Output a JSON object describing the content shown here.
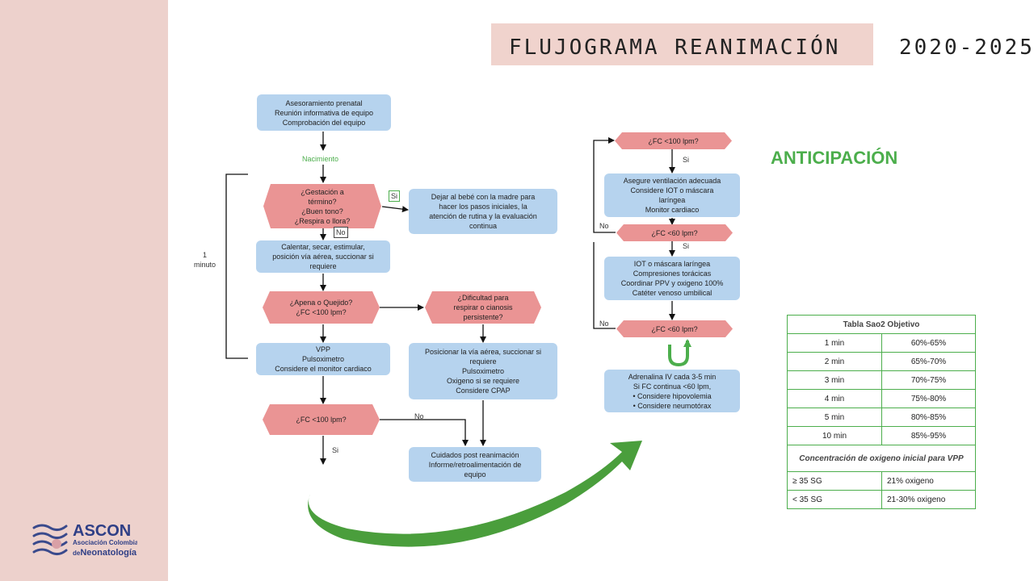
{
  "header": {
    "title": "FLUJOGRAMA REANIMACIÓN",
    "years": "2020-2025"
  },
  "anticipation": "ANTICIPACIÓN",
  "flow": {
    "prenatal": "Asesoramiento prenatal\nReunión informativa de equipo\nComprobación del equipo",
    "birth": "Nacimiento",
    "q_term": "¿Gestación a\ntérmino?\n¿Buen tono?\n¿Respira o llora?",
    "yes_1": "Si",
    "routine": "Dejar al bebé con la madre para\nhacer los pasos iniciales, la\natención de rutina y la evaluación\ncontinua",
    "no_1": "No",
    "warm": "Calentar, secar, estimular,\nposición vía aérea, succionar si\nrequiere",
    "minute": "1\nminuto",
    "q_apnea": "¿Apena o Quejido?\n¿FC <100 lpm?",
    "q_resp": "¿Dificultad para\nrespirar o cianosis\npersistente?",
    "vpp": "VPP\nPulsoximetro\nConsidere el monitor cardiaco",
    "position": "Posicionar la vía aérea, succionar si\nrequiere\nPulsoximetro\nOxigeno si se requiere\nConsidere CPAP",
    "q_fc100": "¿FC <100 lpm?",
    "no_2": "No",
    "yes_2": "Si",
    "post_care": "Cuidados post reanimación\nInforme/retroalimentación de\nequipo",
    "q_fc100_b": "¿FC <100 lpm?",
    "yes_3": "Si",
    "ventilation": "Asegure ventilación adecuada\nConsidere IOT o máscara\nlaríngea\nMonitor cardiaco",
    "no_3": "No",
    "q_fc60_a": "¿FC <60 lpm?",
    "yes_4": "Si",
    "iot": "IOT o máscara laríngea\nCompresiones torácicas\nCoordinar PPV y oxigeno 100%\nCatéter venoso umbilical",
    "no_4": "No",
    "q_fc60_b": "¿FC <60 lpm?",
    "adrenaline_1": "Adrenalina IV cada 3-5 min",
    "adrenaline_2": "Si FC continua <60 lpm,",
    "adrenaline_b1": "Considere hipovolemia",
    "adrenaline_b2": "Considere neumotórax"
  },
  "sao_table": {
    "title": "Tabla Sao2 Objetivo",
    "rows": [
      [
        "1 min",
        "60%-65%"
      ],
      [
        "2 min",
        "65%-70%"
      ],
      [
        "3 min",
        "70%-75%"
      ],
      [
        "4 min",
        "75%-80%"
      ],
      [
        "5 min",
        "80%-85%"
      ],
      [
        "10 min",
        "85%-95%"
      ]
    ],
    "oxygen_title": "Concentración de oxigeno inicial para VPP",
    "oxygen_rows": [
      [
        "≥ 35 SG",
        "21% oxigeno"
      ],
      [
        "< 35 SG",
        "21-30% oxigeno"
      ]
    ]
  },
  "logo": {
    "name": "ASCON",
    "line1": "Asociación Colombiana",
    "line2_prefix": "de",
    "line2": "Neonatología"
  },
  "colors": {
    "box_blue": "#b6d3ee",
    "box_red": "#ea9494",
    "accent_green": "#4cae4c",
    "sidebar": "#edd1cc"
  }
}
